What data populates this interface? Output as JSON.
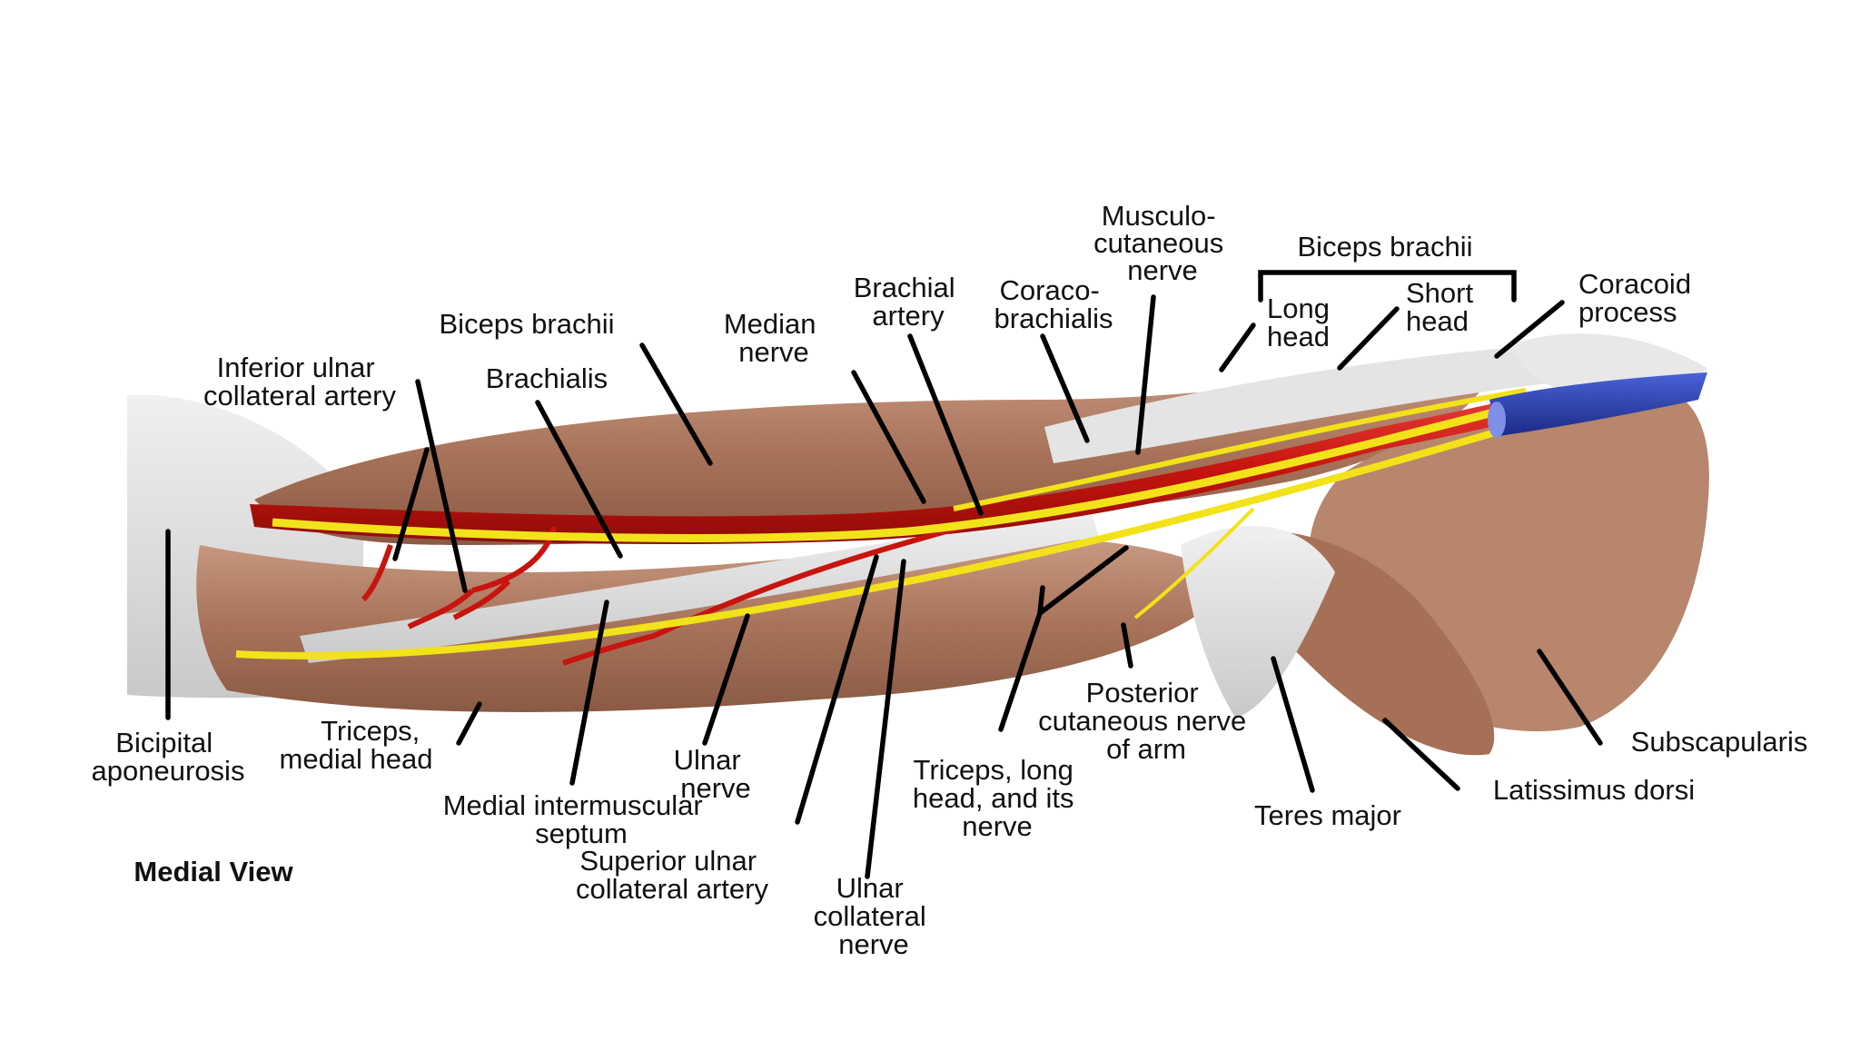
{
  "view_title": "Medial View",
  "labels": {
    "biceps_brachii_group": "Biceps brachii",
    "long_head": [
      "Long",
      "head"
    ],
    "short_head": [
      "Short",
      "head"
    ],
    "musculocutaneous_nerve": [
      "Musculo-",
      "cutaneous",
      "nerve"
    ],
    "coracoid_process": [
      "Coracoid",
      "process"
    ],
    "coracobrachialis": [
      "Coraco-",
      "brachialis"
    ],
    "brachial_artery": [
      "Brachial",
      "artery"
    ],
    "median_nerve": [
      "Median",
      "nerve"
    ],
    "biceps_brachii": "Biceps brachii",
    "brachialis": "Brachialis",
    "inferior_ulnar_collateral_artery": [
      "Inferior ulnar",
      "collateral artery"
    ],
    "bicipital_aponeurosis": [
      "Bicipital",
      "aponeurosis"
    ],
    "triceps_medial_head": [
      "Triceps,",
      "medial head"
    ],
    "medial_intermuscular_septum": [
      "Medial intermuscular",
      "septum"
    ],
    "ulnar_nerve": [
      "Ulnar",
      "nerve"
    ],
    "superior_ulnar_collateral_artery": [
      "Superior ulnar",
      "collateral artery"
    ],
    "ulnar_collateral_nerve": [
      "Ulnar",
      "collateral",
      "nerve"
    ],
    "triceps_long_head": [
      "Triceps, long",
      "head, and its",
      "nerve"
    ],
    "posterior_cutaneous_nerve": [
      "Posterior",
      "cutaneous nerve",
      "of arm"
    ],
    "teres_major": "Teres major",
    "latissimus_dorsi": "Latissimus dorsi",
    "subscapularis": "Subscapularis"
  },
  "colors": {
    "artery": "#c8140e",
    "nerve": "#f2e21a",
    "vein": "#2c3fb0",
    "muscle": "#b9836a",
    "fascia": "#dcdcdc",
    "leader": "#000000"
  }
}
